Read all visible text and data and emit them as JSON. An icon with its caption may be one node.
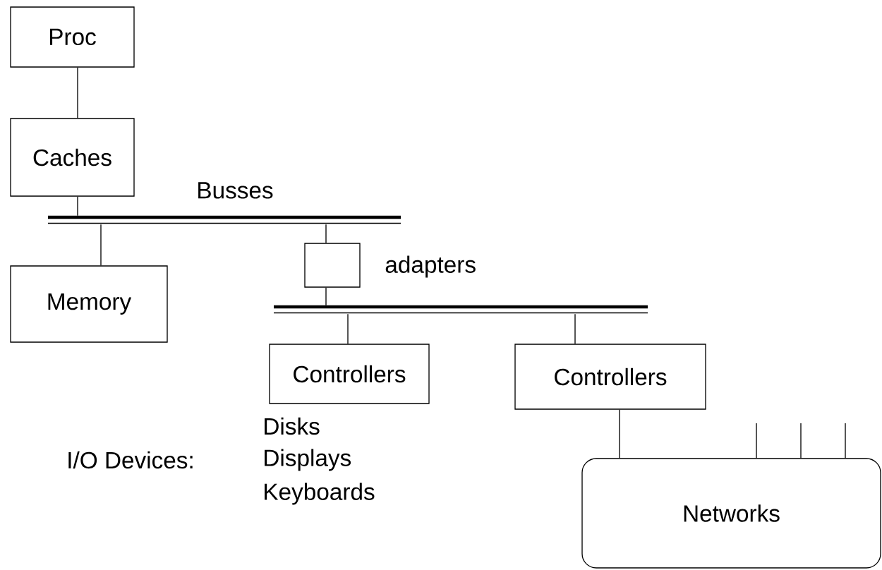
{
  "diagram": {
    "nodes": [
      {
        "text": [
          "Proc"
        ]
      },
      {
        "text": [
          "Caches"
        ]
      },
      {
        "text": [],
        "shape": "bar"
      },
      {
        "text": [
          "Memory"
        ]
      },
      {
        "text": [],
        "shape": "box",
        "beside": [
          "adapters"
        ]
      },
      {
        "text": [],
        "shape": "bar"
      },
      {
        "text": [
          "Controllers"
        ]
      },
      {
        "text": [
          "Controllers"
        ]
      },
      {
        "text": [
          "Networks"
        ]
      }
    ],
    "edges": [
      {
        "from": 0,
        "to": 1,
        "arrow": "none"
      },
      {
        "from": 1,
        "to": 2,
        "arrow": "none"
      },
      {
        "from": 2,
        "to": 3,
        "arrow": "none"
      },
      {
        "from": 2,
        "to": 4,
        "arrow": "none"
      },
      {
        "from": 4,
        "to": 5,
        "arrow": "none"
      },
      {
        "from": 5,
        "to": 6,
        "arrow": "none"
      },
      {
        "from": 5,
        "to": 7,
        "arrow": "none"
      },
      {
        "from": 7,
        "to": 8,
        "arrow": "none"
      },
      {
        "from": null,
        "to": 8,
        "arrow": "none"
      },
      {
        "from": null,
        "to": 8,
        "arrow": "none"
      },
      {
        "from": null,
        "to": 8,
        "arrow": "none"
      }
    ],
    "labels": [
      "Busses",
      "I/O Devices:",
      "Disks",
      "Displays",
      "Keyboards"
    ]
  }
}
